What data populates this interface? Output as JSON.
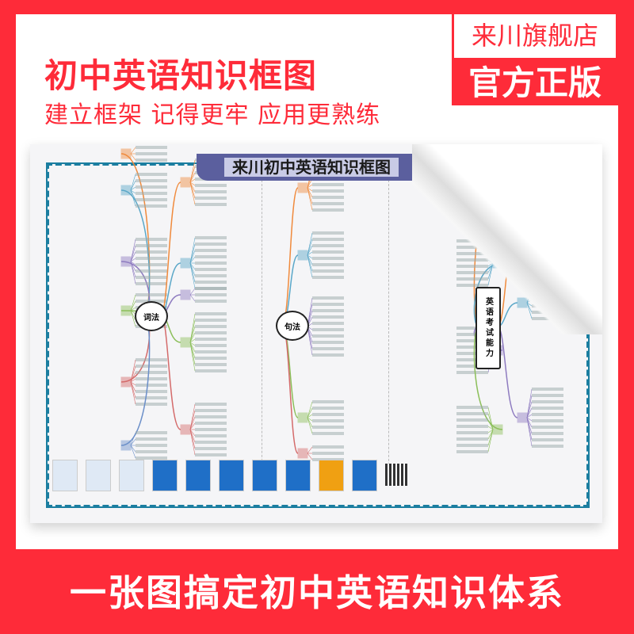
{
  "header": {
    "title": "初中英语知识框图",
    "subtitle": "建立框架 记得更牢 应用更熟练"
  },
  "badge": {
    "store": "来川旗舰店",
    "official": "官方正版"
  },
  "poster": {
    "title": "来川初中英语知识框图",
    "hubs": [
      "词法",
      "句法",
      "英语考试能力"
    ],
    "branch_colors": [
      "#f08a3c",
      "#5aa7c8",
      "#8e7bc0",
      "#8cbf5a",
      "#d46a6a",
      "#6b8fc9",
      "#c2a35a",
      "#777777"
    ]
  },
  "footer": {
    "slogan": "一张图搞定初中英语知识体系"
  },
  "colors": {
    "brand_red": "#fe2b39",
    "frame_teal": "#1b7ea0",
    "banner_purple": "#5b5f9e"
  }
}
